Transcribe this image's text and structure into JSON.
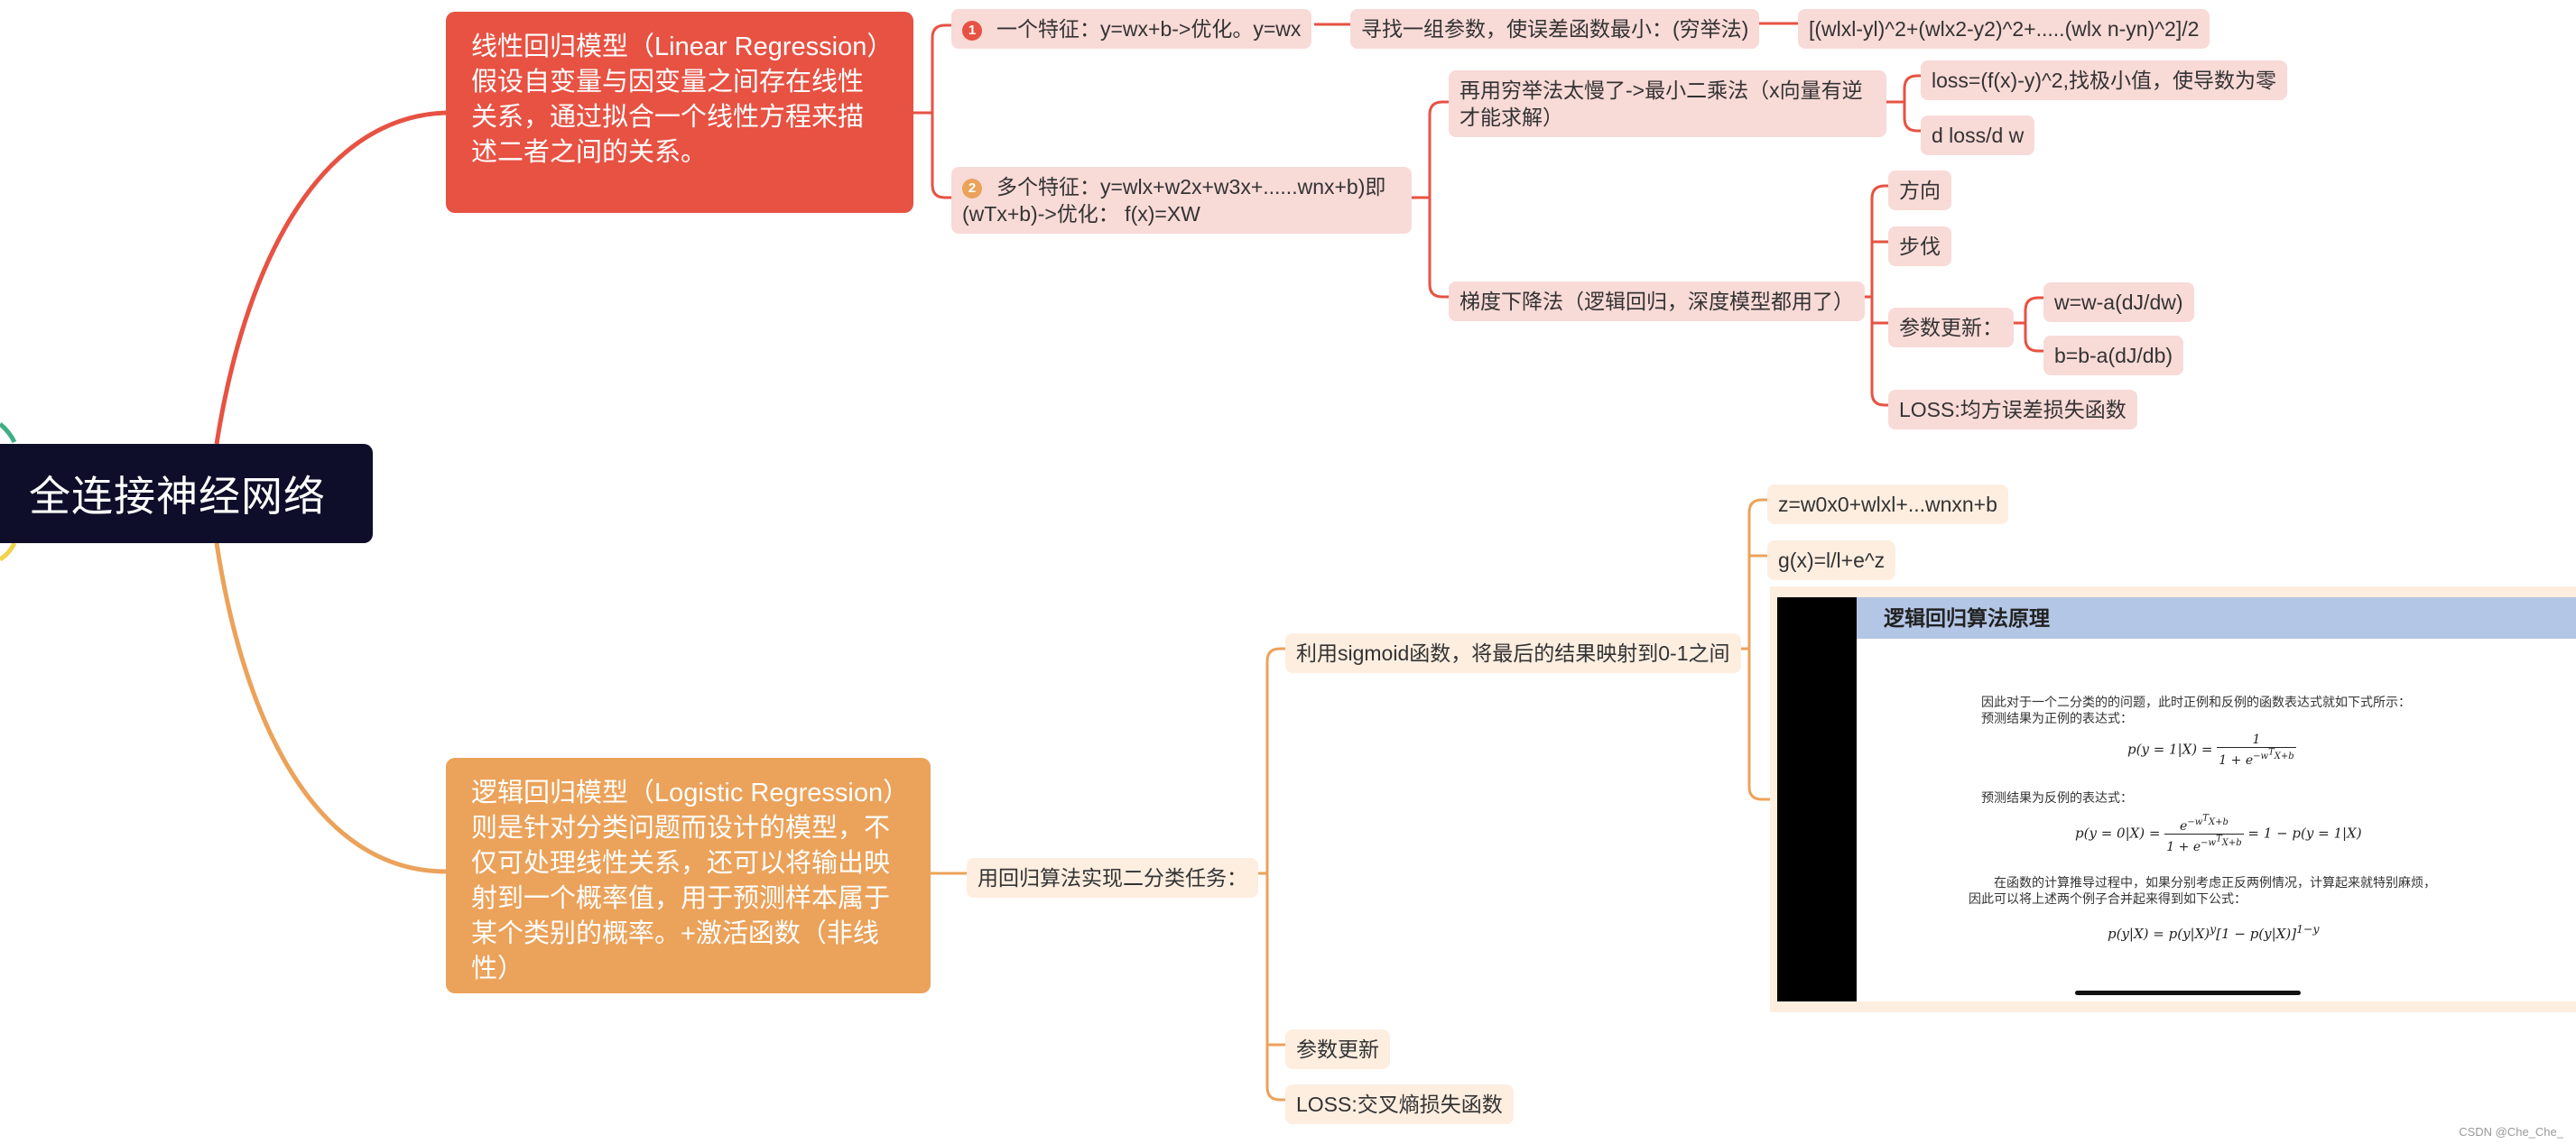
{
  "root": {
    "label": "全连接神经网络"
  },
  "linear": {
    "title": "线性回归模型（Linear Regression）假设自变量与因变量之间存在线性关系，通过拟合一个线性方程来描述二者之间的关系。",
    "single": {
      "badge": "1",
      "label": "一个特征：y=wx+b->优化。y=wx",
      "child": "寻找一组参数，使误差函数最小：(穷举法)",
      "grandchild": "[(wlxl-yl)^2+(wlx2-y2)^2+.....(wlx n-yn)^2]/2"
    },
    "multi": {
      "badge": "2",
      "label": "多个特征：y=wlx+w2x+w3x+......wnx+b)即(wTx+b)->优化： f(x)=XW",
      "least_squares": {
        "label": "再用穷举法太慢了->最小二乘法（x向量有逆才能求解）",
        "children": [
          "loss=(f(x)-y)^2,找极小值，使导数为零",
          "d loss/d w"
        ]
      },
      "gradient": {
        "label": "梯度下降法（逻辑回归，深度模型都用了）",
        "direction": "方向",
        "step": "步伐",
        "update": {
          "label": "参数更新：",
          "children": [
            "w=w-a(dJ/dw)",
            "b=b-a(dJ/db)"
          ]
        },
        "loss": "LOSS:均方误差损失函数"
      }
    }
  },
  "logistic": {
    "title": "逻辑回归模型（Logistic Regression）则是针对分类问题而设计的模型，不仅可处理线性关系，还可以将输出映射到一个概率值，用于预测样本属于某个类别的概率。+激活函数（非线性）",
    "task": "用回归算法实现二分类任务：",
    "sigmoid": {
      "label": "利用sigmoid函数，将最后的结果映射到0-1之间",
      "z": "z=w0x0+wlxl+...wnxn+b",
      "g": "g(x)=l/l+e^z"
    },
    "param_update": "参数更新",
    "loss": "LOSS:交叉熵损失函数"
  },
  "panel": {
    "header": "逻辑回归算法原理",
    "line1": "因此对于一个二分类的的问题，此时正例和反例的函数表达式就如下式所示：",
    "line2": "预测结果为正例的表达式：",
    "f1_left": "p(y = 1|X) =",
    "f1_num": "1",
    "f1_den": "1 + e",
    "f1_den_sup": "−w",
    "f1_den_sup2": "T",
    "f1_den_sup3": "X+b",
    "line3": "预测结果为反例的表达式：",
    "f2_left": "p(y = 0|X) =",
    "f2_num": "e",
    "f2_num_sup": "−w",
    "f2_num_sup2": "T",
    "f2_num_sup3": "X+b",
    "f2_den": "1 + e",
    "f2_den_sup": "−w",
    "f2_den_sup2": "T",
    "f2_den_sup3": "X+b",
    "f2_right": "= 1 − p(y = 1|X)",
    "line4": "在函数的计算推导过程中，如果分别考虑正反两例情况，计算起来就特别麻烦，",
    "line5": "因此可以将上述两个例子合并起来得到如下公式：",
    "f3": "p(y|X) = p(y|X)",
    "f3_sup": "y",
    "f3_mid": "[1 − p(y|X)]",
    "f3_sup2": "1−y"
  },
  "watermark": "CSDN @Che_Che_",
  "colors": {
    "root": "#0e0e2a",
    "linear": "#e75243",
    "logistic": "#eba25a",
    "light_red": "#f8dad7",
    "light_orange": "#fdeee0"
  }
}
